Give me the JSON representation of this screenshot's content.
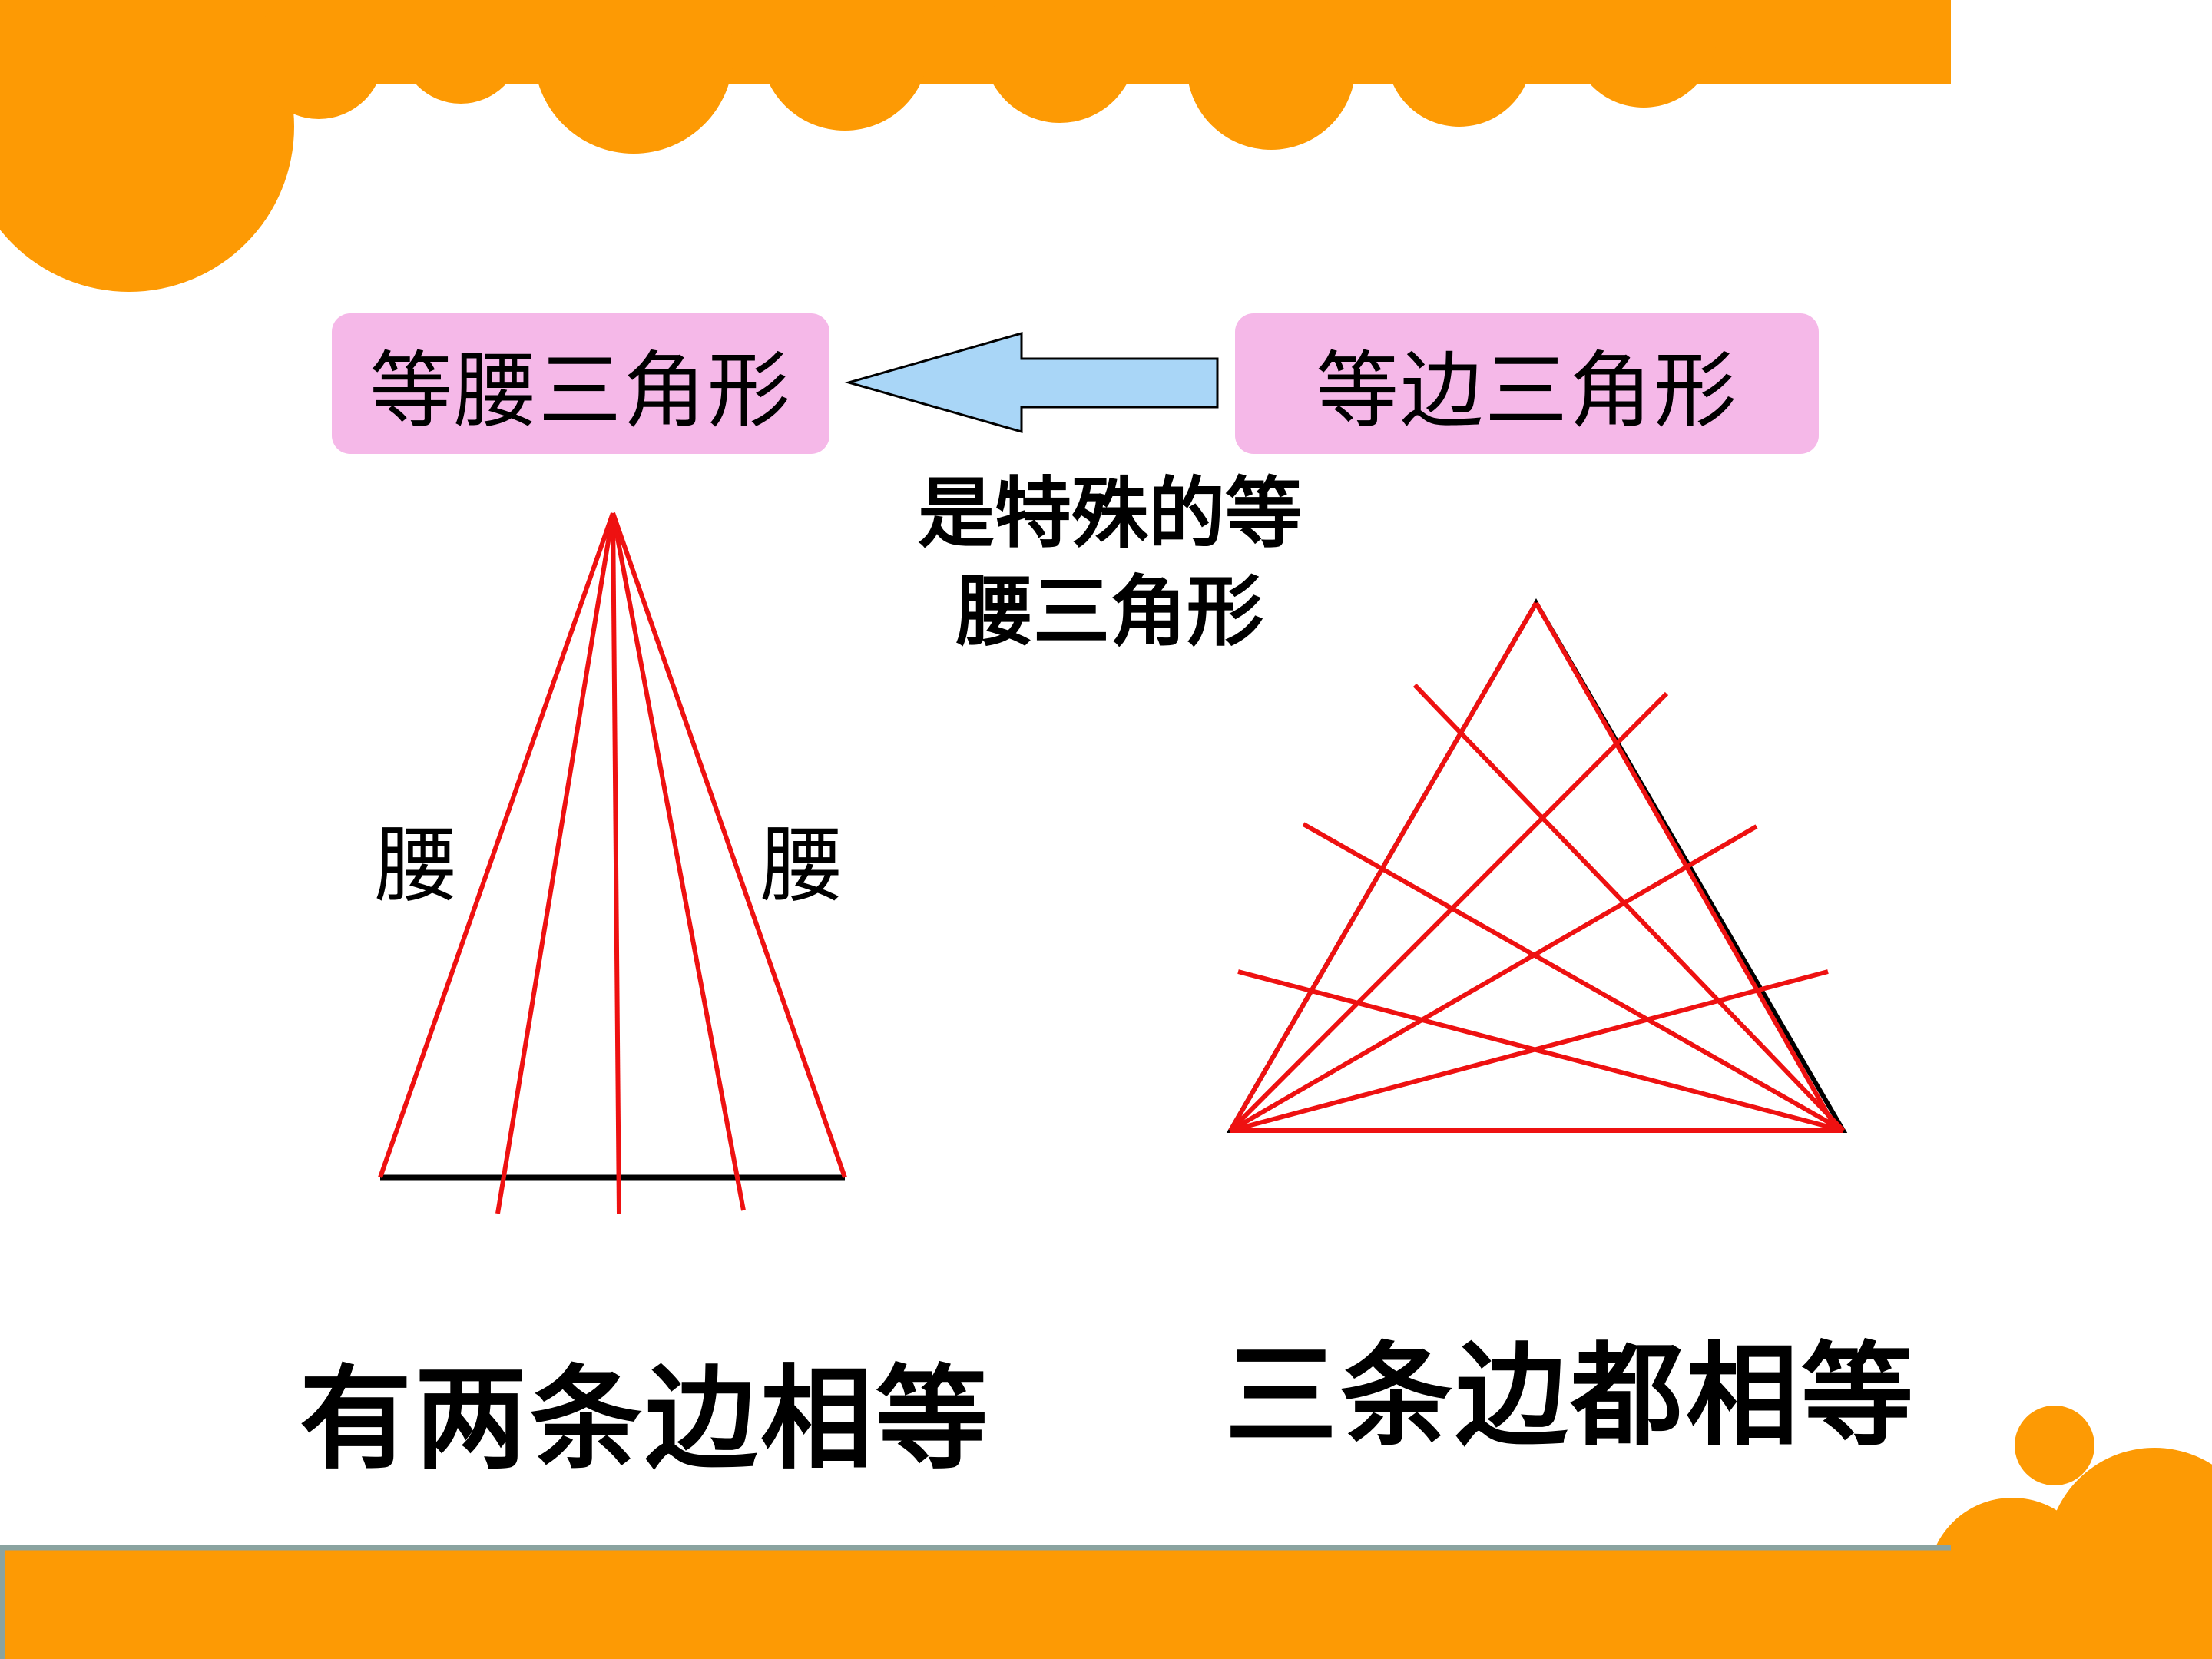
{
  "colors": {
    "orange": "#fd9a04",
    "pink_box": "#f5b8e8",
    "arrow_fill": "#a9d6f7",
    "red_line": "#ee1111",
    "bottom_band_border": "#8aa3a0"
  },
  "labels": {
    "isosceles": "等腰三角形",
    "equilateral": "等边三角形",
    "relation_note": "是特殊的等\n腰三角形",
    "waist_left": "腰",
    "waist_right": "腰",
    "caption_isosceles": "有两条边相等",
    "caption_equilateral": "三条边都相等"
  },
  "icons": {
    "arrow": "left-arrow-icon"
  }
}
